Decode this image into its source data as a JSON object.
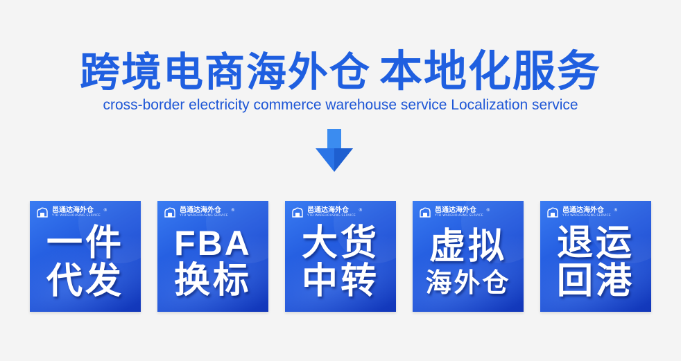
{
  "header": {
    "title_main": "跨境电商海外仓",
    "title_highlight": "本地化服务",
    "subtitle": "cross-border electricity commerce warehouse service Localization service"
  },
  "icons": {
    "arrow": "arrow-down-icon",
    "brand": "warehouse-logo-icon"
  },
  "colors": {
    "title": "#1f5fe0",
    "card_top": "#3a7cf2",
    "card_bottom": "#1236b8",
    "arrow_light": "#3b8cf0",
    "arrow_dark": "#1e5fd0"
  },
  "cards": [
    {
      "brand": "邑通达海外仓",
      "brand_sub": "YTD WAREHOUSING SERVICE",
      "line1": "一件",
      "line2": "代发"
    },
    {
      "brand": "邑通达海外仓",
      "brand_sub": "YTD WAREHOUSING SERVICE",
      "line1": "FBA",
      "line2": "换标"
    },
    {
      "brand": "邑通达海外仓",
      "brand_sub": "YTD WAREHOUSING SERVICE",
      "line1": "大货",
      "line2": "中转"
    },
    {
      "brand": "邑通达海外仓",
      "brand_sub": "YTD WAREHOUSING SERVICE",
      "line1": "虚拟",
      "line2": "海外仓"
    },
    {
      "brand": "邑通达海外仓",
      "brand_sub": "YTD WAREHOUSING SERVICE",
      "line1": "退运",
      "line2": "回港"
    }
  ]
}
